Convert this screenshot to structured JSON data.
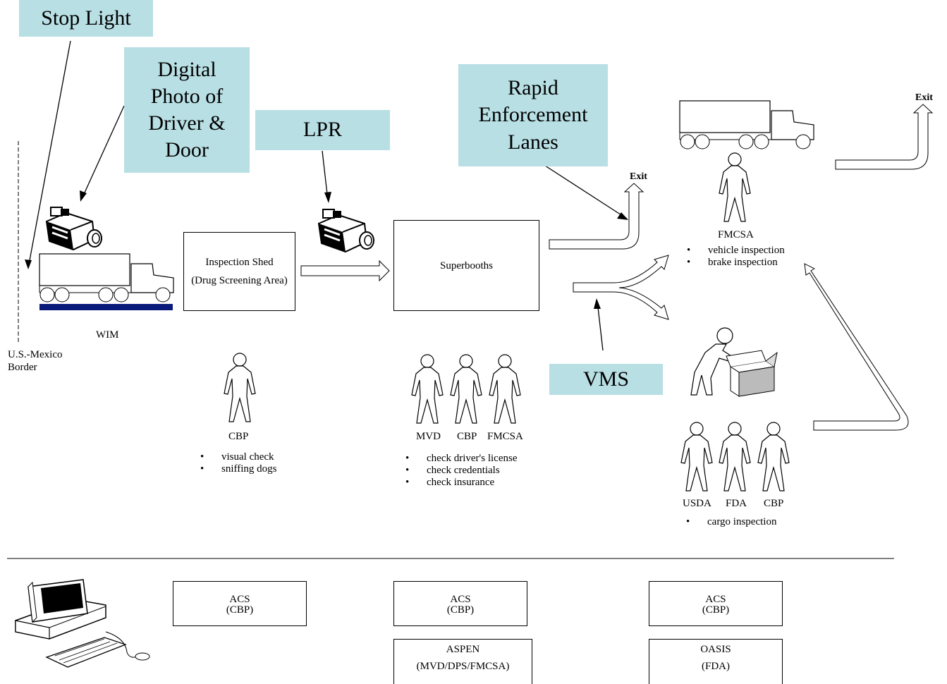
{
  "callouts": {
    "stop_light": "Stop Light",
    "digital_photo": [
      "Digital",
      "Photo of",
      "Driver &",
      "Door"
    ],
    "lpr": "LPR",
    "rapid": [
      "Rapid",
      "Enforcement",
      "Lanes"
    ],
    "vms": "VMS"
  },
  "labels": {
    "wim": "WIM",
    "border": [
      "U.S.-Mexico",
      "Border"
    ],
    "exit_1": "Exit",
    "exit_2": "Exit"
  },
  "inspection_shed": {
    "title": "Inspection Shed",
    "subtitle": "(Drug Screening Area)"
  },
  "superbooths": {
    "title": "Superbooths"
  },
  "cbp_group": {
    "agency": "CBP",
    "bullets": [
      "visual check",
      "sniffing dogs"
    ]
  },
  "booth_group": {
    "agencies": [
      "MVD",
      "CBP",
      "FMCSA"
    ],
    "bullets": [
      "check driver's license",
      "check credentials",
      "check insurance"
    ]
  },
  "fmcsa_group": {
    "agency": "FMCSA",
    "bullets": [
      "vehicle inspection",
      "brake inspection"
    ]
  },
  "cargo_group": {
    "agencies": [
      "USDA",
      "FDA",
      "CBP"
    ],
    "bullets": [
      "cargo inspection"
    ]
  },
  "systems": {
    "acs_1": [
      "ACS",
      "(CBP)"
    ],
    "acs_2": [
      "ACS",
      "(CBP)"
    ],
    "acs_3": [
      "ACS",
      "(CBP)"
    ],
    "aspen": [
      "ASPEN",
      "(MVD/DPS/FMCSA)"
    ],
    "oasis": [
      "OASIS",
      "(FDA)"
    ]
  }
}
